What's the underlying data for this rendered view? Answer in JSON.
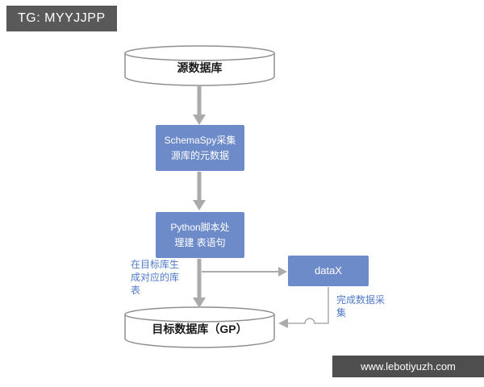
{
  "badge": {
    "text": "TG: MYYJJPP"
  },
  "diagram": {
    "source_db": {
      "label": "源数据库"
    },
    "schemaspy_box": {
      "label": "SchemaSpy采集\n源库的元数据"
    },
    "python_box": {
      "label": "Python脚本处\n理建 表语句"
    },
    "datax_box": {
      "label": "dataX"
    },
    "target_db": {
      "label": "目标数据库（GP）"
    },
    "annotations": {
      "left": "在目标库生\n成对应的库\n表",
      "right": "完成数据采\n集"
    }
  },
  "watermark": {
    "text": "www.lebotiyuzh.com"
  },
  "colors": {
    "box_blue": "#6d8bc9",
    "arrow_gray": "#ababab",
    "annotation_blue": "#4f7ac7",
    "badge_bg": "#595959",
    "watermark_bg": "#4e4e4e",
    "cylinder_stroke": "#8f8f8f"
  }
}
